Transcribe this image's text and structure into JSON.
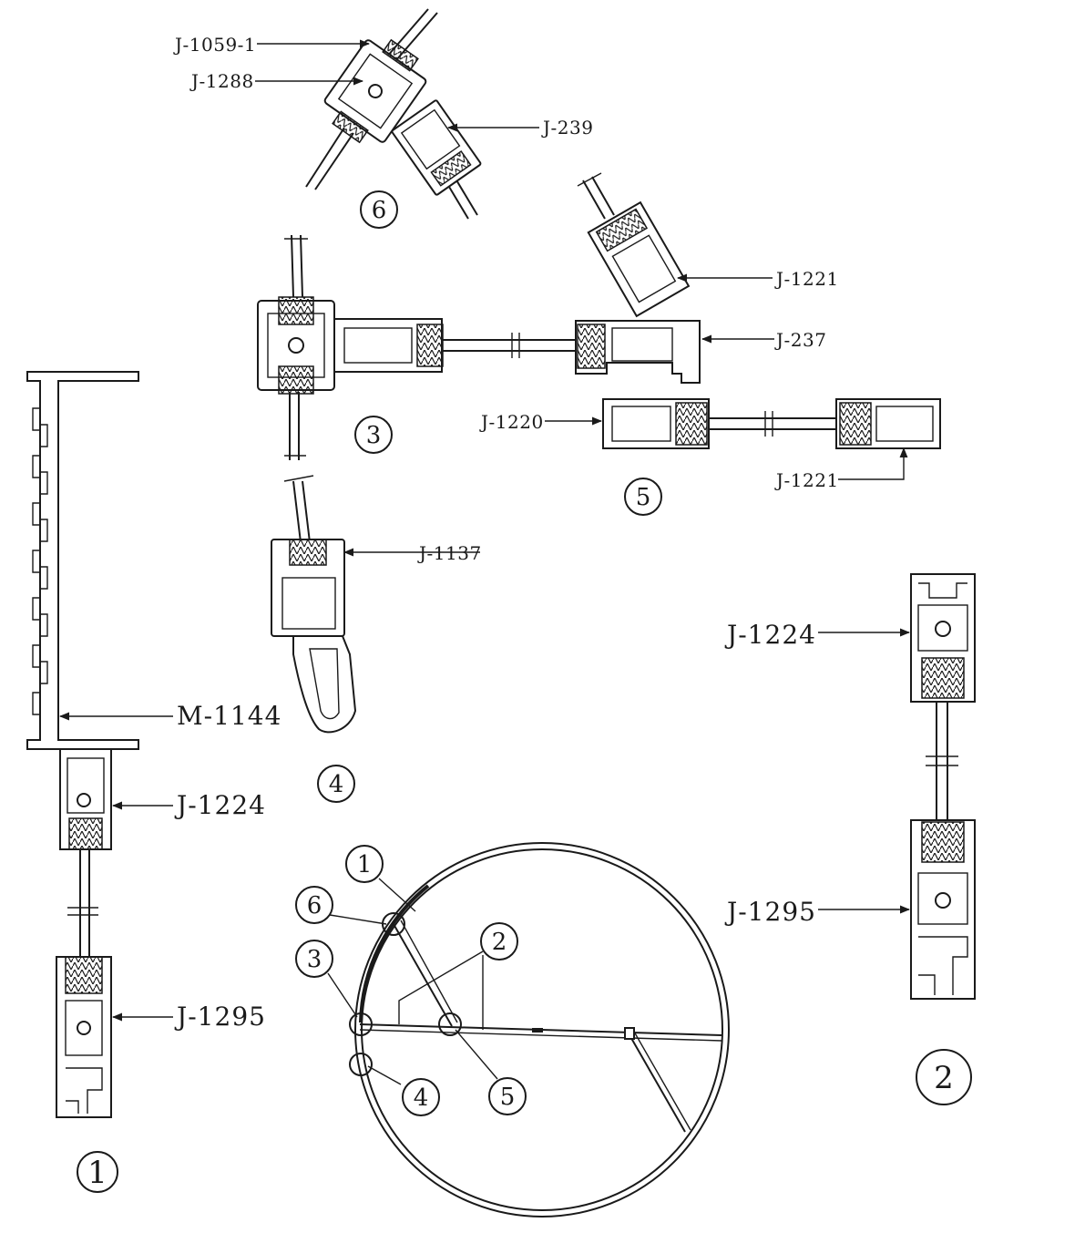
{
  "callouts": {
    "j1059_1": "J-1059-1",
    "j1288": "J-1288",
    "j239": "J-239",
    "j1221_top": "J-1221",
    "j237": "J-237",
    "j1220": "J-1220",
    "j1221_bottom": "J-1221",
    "j1137": "J-1137",
    "m1144": "M-1144",
    "j1224_left": "J-1224",
    "j1295_left": "J-1295",
    "j1224_right": "J-1224",
    "j1295_right": "J-1295"
  },
  "detail_numbers": {
    "d1": "1",
    "d2": "2",
    "d3": "3",
    "d4": "4",
    "d5": "5",
    "d6": "6"
  },
  "plan_markers": {
    "m1": "1",
    "m2": "2",
    "m3": "3",
    "m4": "4",
    "m5": "5",
    "m6": "6"
  }
}
